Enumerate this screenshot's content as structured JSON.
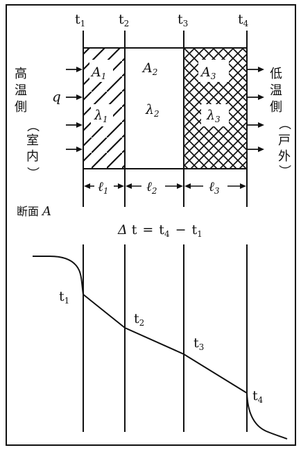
{
  "top_labels": [
    "t",
    "t",
    "t",
    "t"
  ],
  "top_label_subs": [
    "1",
    "2",
    "3",
    "4"
  ],
  "layer_area_labels": [
    "A",
    "A",
    "A"
  ],
  "layer_area_subs": [
    "1",
    "2",
    "3"
  ],
  "layer_conductivity_labels": [
    "λ",
    "λ",
    "λ"
  ],
  "layer_conductivity_subs": [
    "1",
    "2",
    "3"
  ],
  "thickness_labels": [
    "ℓ",
    "ℓ",
    "ℓ"
  ],
  "thickness_subs": [
    "1",
    "2",
    "3"
  ],
  "heat_flow_label": "q",
  "left_side": {
    "main": [
      "高",
      "温",
      "側"
    ],
    "paren": [
      "（",
      "室",
      "内",
      "）"
    ]
  },
  "right_side": {
    "main": [
      "低",
      "温",
      "側"
    ],
    "paren": [
      "（",
      "戸",
      "外",
      "）"
    ]
  },
  "section_label": "断面",
  "section_label_letter": "A",
  "delta_formula": {
    "delta": "Δ",
    "t": "t",
    "equals": "=",
    "t4": "t",
    "t4_sub": "4",
    "minus": "−",
    "t1": "t",
    "t1_sub": "1"
  },
  "profile_labels": [
    "t",
    "t",
    "t",
    "t"
  ],
  "profile_label_subs": [
    "1",
    "2",
    "3",
    "4"
  ]
}
